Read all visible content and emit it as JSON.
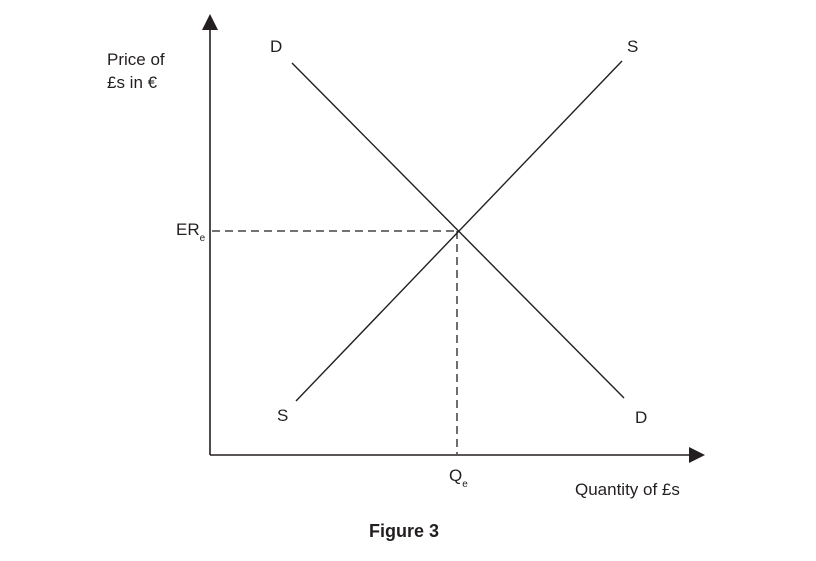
{
  "figure": {
    "caption": "Figure 3",
    "y_axis_label_line1": "Price of",
    "y_axis_label_line2": "£s in €",
    "x_axis_label": "Quantity of £s",
    "equilibrium_price_label": "ER",
    "equilibrium_price_subscript": "e",
    "equilibrium_quantity_label": "Q",
    "equilibrium_quantity_subscript": "e",
    "demand_top_label": "D",
    "demand_bottom_label": "D",
    "supply_top_label": "S",
    "supply_bottom_label": "S"
  },
  "colors": {
    "line": "#231f20",
    "background": "#ffffff"
  }
}
